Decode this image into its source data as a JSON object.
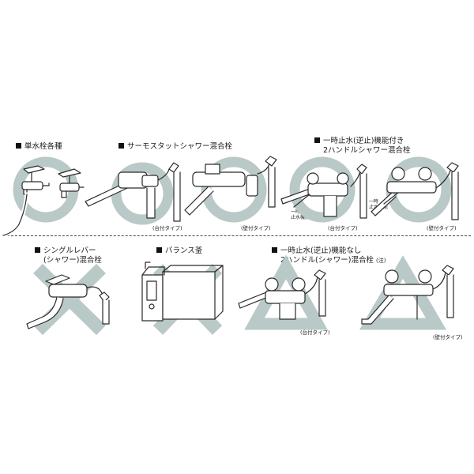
{
  "top_row": {
    "single_faucet_title": "単水栓各種",
    "thermostat_title": "サーモスタットシャワー混合栓",
    "check_valve_title_line1": "一時止水(逆止)機能付き",
    "check_valve_title_line2": "2ハンドルシャワー混合栓",
    "deck_type_label_1": "(台付タイプ)",
    "wall_type_label_1": "(壁付タイプ)",
    "deck_type_label_2": "(台付タイプ)",
    "wall_type_label_2": "(壁付タイプ)",
    "stop_water_note_a_line1": "一時",
    "stop_water_note_a_line2": "止水機能",
    "stop_water_note_b_line1": "一時",
    "stop_water_note_b_line2": "止水機能"
  },
  "bottom_row": {
    "single_lever_title_line1": "シングルレバー",
    "single_lever_title_line2": "(シャワー)混合栓",
    "balance_kettle_title": "バランス釜",
    "no_check_valve_title_line1": "一時止水(逆止)機能なし",
    "no_check_valve_title_line2": "2ハンドル(シャワー)混合栓",
    "note_mark": "(注)",
    "deck_type_label": "(台付タイプ)",
    "wall_type_label": "(壁付タイプ)"
  },
  "symbols": {
    "ok": "circle",
    "ng": "cross",
    "conditional": "triangle"
  },
  "colors": {
    "symbol_fill": "#b9c9c8",
    "line_art": "#2a2a2a"
  }
}
